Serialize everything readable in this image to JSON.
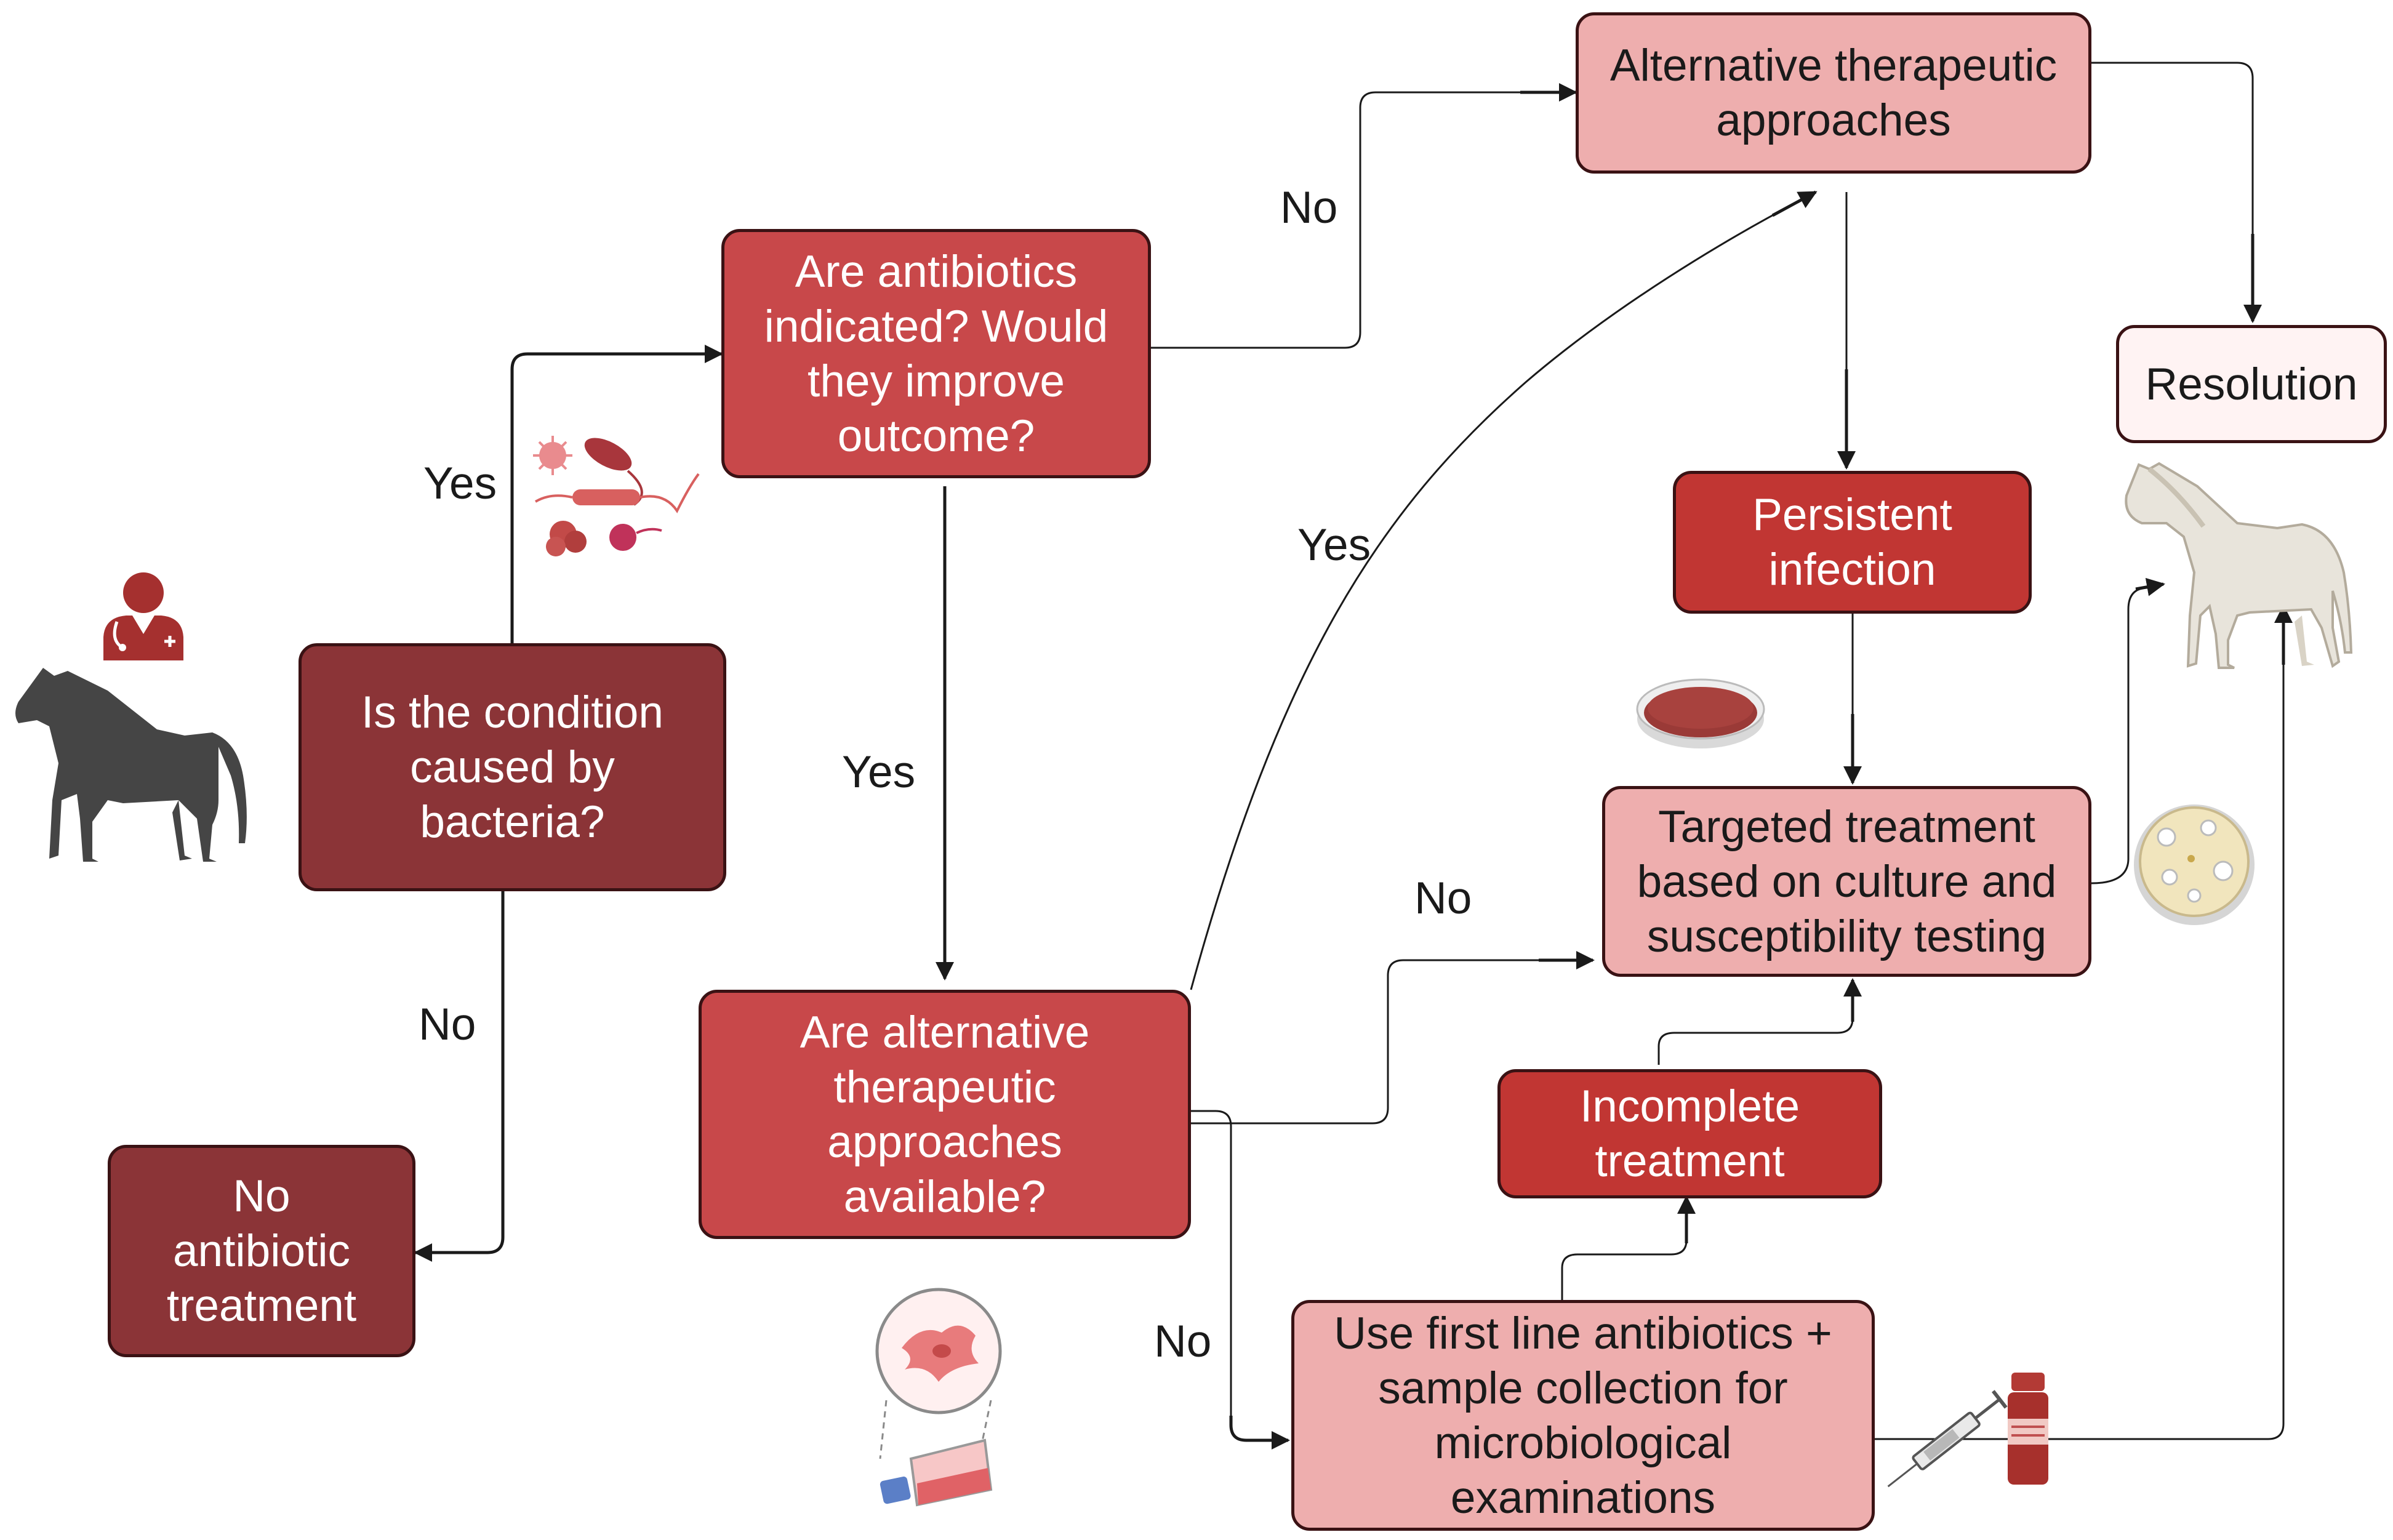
{
  "nodes": {
    "caused_by_bacteria": "Is the condition\ncaused by\nbacteria?",
    "no_antibiotic": "No\nantibiotic\ntreatment",
    "antibiotics_indicated": "Are antibiotics\nindicated? Would\nthey improve\noutcome?",
    "alternatives_available": "Are alternative\ntherapeutic\napproaches\navailable?",
    "alternative_approaches": "Alternative therapeutic\napproaches",
    "resolution": "Resolution",
    "persistent_infection": "Persistent\ninfection",
    "targeted_treatment": "Targeted treatment\nbased on culture and\nsusceptibility testing",
    "incomplete_treatment": "Incomplete\ntreatment",
    "first_line": "Use first line antibiotics +\nsample collection for\nmicrobiological\nexaminations"
  },
  "edge_labels": {
    "bacteria_yes": "Yes",
    "bacteria_no": "No",
    "indicated_no": "No",
    "indicated_yes": "Yes",
    "alternatives_yes": "Yes",
    "alternatives_no_targeted": "No",
    "alternatives_no_firstline": "No"
  },
  "icons": [
    "horse-dark-icon",
    "veterinarian-icon",
    "bacteria-icon",
    "cell-culture-flask-icon",
    "petri-dish-icon",
    "culture-plate-icon",
    "syringe-icon",
    "vial-icon",
    "horse-light-icon"
  ],
  "colors": {
    "dark_box": "#8b3437",
    "mid_box": "#c8484a",
    "red_box": "#c13633",
    "pale_box": "#eeaeae",
    "border": "#3a1214",
    "arrow": "#1a1a1a"
  }
}
